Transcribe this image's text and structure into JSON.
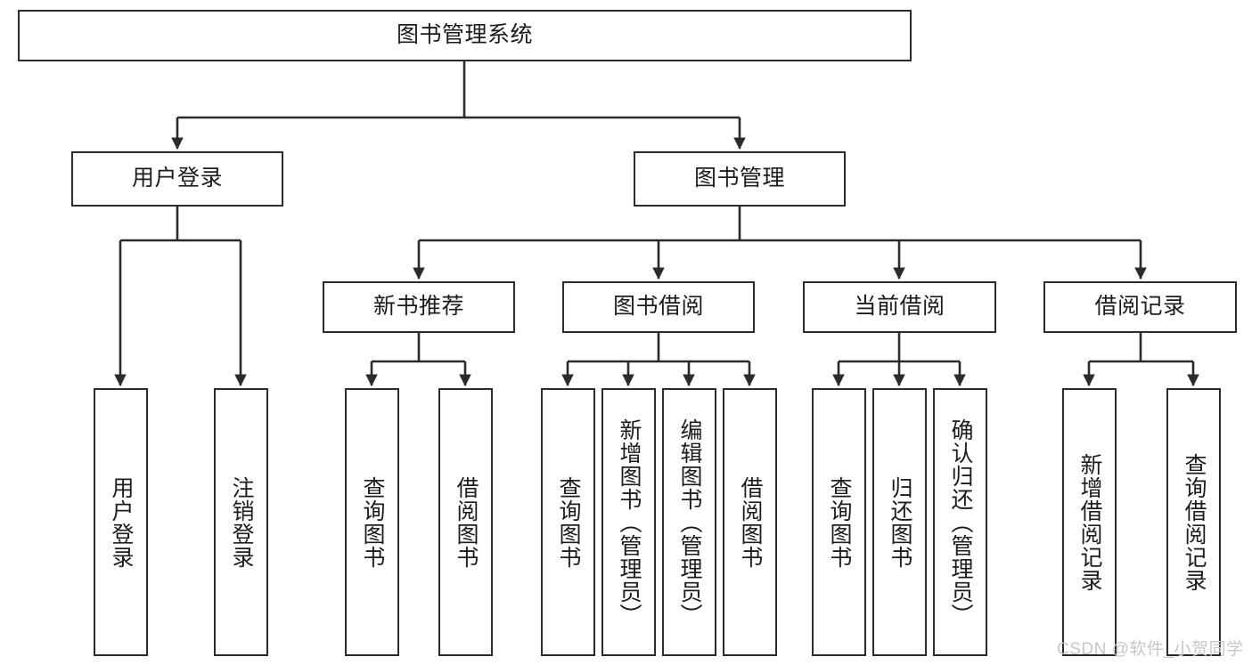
{
  "diagram": {
    "type": "tree-hierarchy-chart",
    "title": "图书管理系统",
    "colors": {
      "box_border": "#2b2b2b",
      "box_fill": "#ffffff",
      "edge": "#2b2b2b",
      "text": "#1c1c1c",
      "watermark": "#c7c7c7",
      "background": "#ffffff"
    },
    "root": {
      "id": "root",
      "label": "图书管理系统"
    },
    "level2": [
      {
        "id": "user-login",
        "label": "用户登录"
      },
      {
        "id": "book-management",
        "label": "图书管理"
      }
    ],
    "level3": [
      {
        "id": "new-book-recommend",
        "label": "新书推荐",
        "parent": "book-management"
      },
      {
        "id": "book-borrow",
        "label": "图书借阅",
        "parent": "book-management"
      },
      {
        "id": "current-borrow",
        "label": "当前借阅",
        "parent": "book-management"
      },
      {
        "id": "borrow-record",
        "label": "借阅记录",
        "parent": "book-management"
      }
    ],
    "leaves": [
      {
        "id": "leaf-user-login",
        "label": "用户登录",
        "parent": "user-login"
      },
      {
        "id": "leaf-logout",
        "label": "注销登录",
        "parent": "user-login"
      },
      {
        "id": "leaf-query-book-1",
        "label": "查询图书",
        "parent": "new-book-recommend"
      },
      {
        "id": "leaf-borrow-book-1",
        "label": "借阅图书",
        "parent": "new-book-recommend"
      },
      {
        "id": "leaf-query-book-2",
        "label": "查询图书",
        "parent": "book-borrow"
      },
      {
        "id": "leaf-add-book",
        "label": "新增图书（管理员）",
        "parent": "book-borrow"
      },
      {
        "id": "leaf-edit-book",
        "label": "编辑图书（管理员）",
        "parent": "book-borrow"
      },
      {
        "id": "leaf-borrow-book-2",
        "label": "借阅图书",
        "parent": "book-borrow"
      },
      {
        "id": "leaf-query-book-3",
        "label": "查询图书",
        "parent": "current-borrow"
      },
      {
        "id": "leaf-return-book",
        "label": "归还图书",
        "parent": "current-borrow"
      },
      {
        "id": "leaf-confirm-return",
        "label": "确认归还（管理员）",
        "parent": "current-borrow"
      },
      {
        "id": "leaf-add-record",
        "label": "新增借阅记录",
        "parent": "borrow-record"
      },
      {
        "id": "leaf-query-record",
        "label": "查询借阅记录",
        "parent": "borrow-record"
      }
    ],
    "watermark": "CSDN @软件_小贺同学"
  }
}
